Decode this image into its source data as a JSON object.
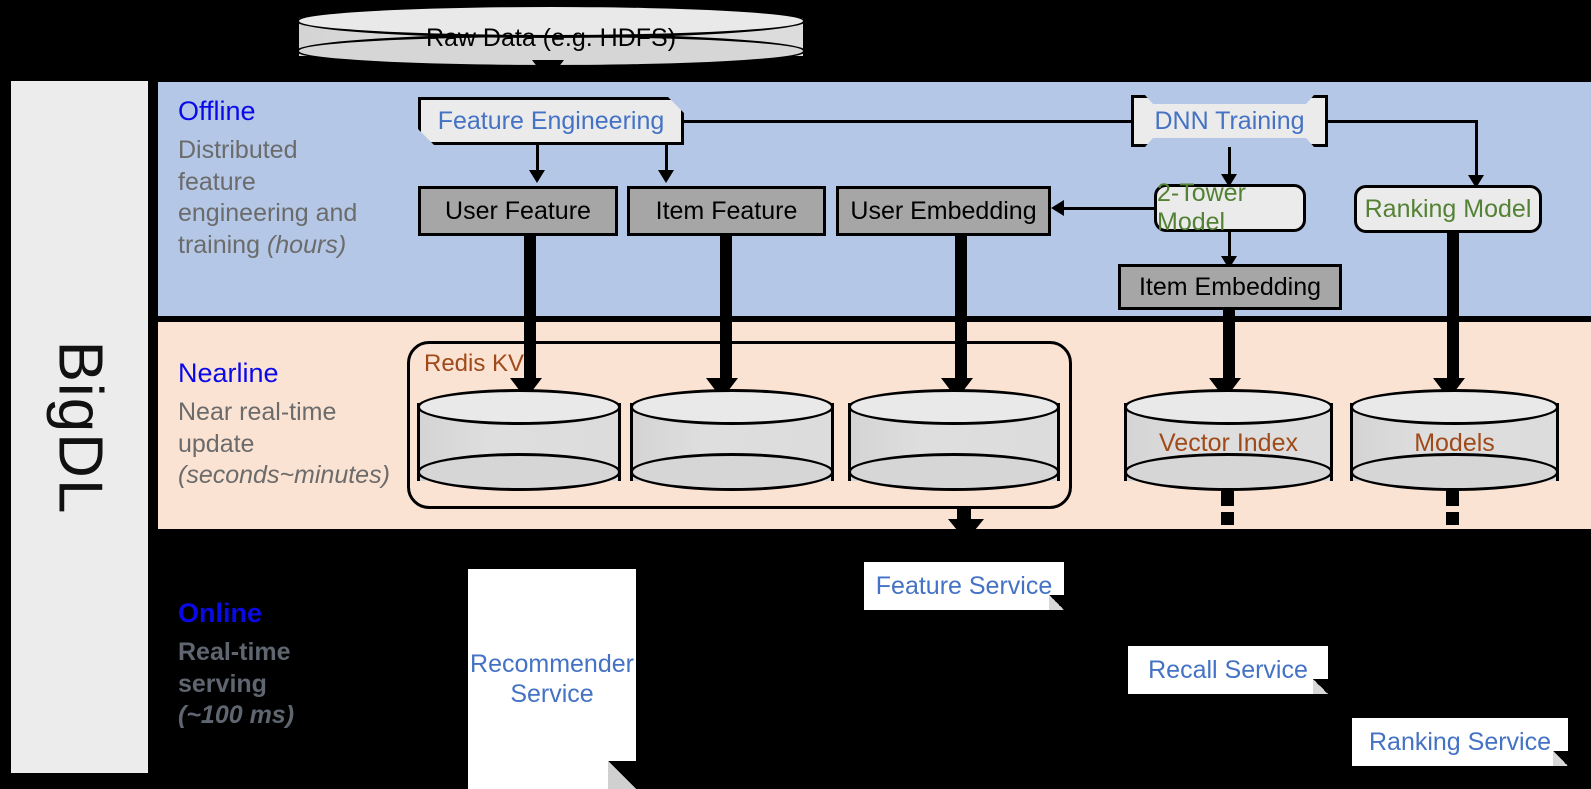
{
  "framework": {
    "name": "BigDL"
  },
  "source": {
    "label": "Raw Data (e.g. HDFS)"
  },
  "bands": {
    "offline": {
      "title": "Offline",
      "desc_line1": "Distributed",
      "desc_line2": "feature",
      "desc_line3": "engineering and",
      "desc_line4": "training ",
      "desc_emph": "(hours)",
      "bg_color": "#b4c7e7"
    },
    "nearline": {
      "title": "Nearline",
      "desc_line1": "Near real-time",
      "desc_line2": "update",
      "desc_emph": "(seconds~minutes)",
      "bg_color": "#fbe3d4"
    },
    "online": {
      "title": "Online",
      "desc_line1": "Real-time",
      "desc_line2": "serving",
      "desc_emph": "(~100 ms)",
      "bg_color": "#000000"
    }
  },
  "offline_nodes": {
    "feature_engineering": "Feature Engineering",
    "dnn_training": "DNN Training",
    "user_feature": "User Feature",
    "item_feature": "Item Feature",
    "user_embedding": "User Embedding",
    "two_tower_model": "2-Tower Model",
    "ranking_model": "Ranking Model",
    "item_embedding": "Item Embedding"
  },
  "nearline_nodes": {
    "redis_kv": "Redis KV",
    "vector_index": "Vector Index",
    "models": "Models"
  },
  "online_nodes": {
    "recommender_service_l1": "Recommender",
    "recommender_service_l2": "Service",
    "feature_service": "Feature Service",
    "recall_service": "Recall Service",
    "ranking_service": "Ranking Service"
  },
  "colors": {
    "accent_blue": "#0a0ae8",
    "node_blue": "#4472c4",
    "node_green": "#548235",
    "node_brown": "#a04a19",
    "offline_band": "#b4c7e7",
    "nearline_band": "#fbe3d4",
    "gray_node": "#a6a6a6"
  }
}
